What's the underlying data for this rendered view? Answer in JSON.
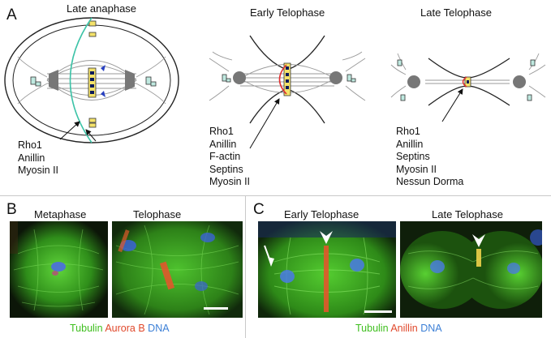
{
  "panel_a": {
    "letter": "A",
    "stages": [
      {
        "title": "Late anaphase",
        "proteins": [
          "Rho1",
          "Anillin",
          "Myosin II"
        ]
      },
      {
        "title": "Early Telophase",
        "proteins": [
          "Rho1",
          "Anillin",
          "F-actin",
          "Septins",
          "Myosin II"
        ]
      },
      {
        "title": "Late Telophase",
        "proteins": [
          "Rho1",
          "Anillin",
          "Septins",
          "Myosin II",
          "Nessun Dorma"
        ]
      }
    ]
  },
  "panel_b": {
    "letter": "B",
    "images": [
      {
        "title": "Metaphase"
      },
      {
        "title": "Telophase"
      }
    ],
    "legend": [
      {
        "text": "Tubulin",
        "color": "#3fbf1f"
      },
      {
        "text": "Aurora B",
        "color": "#e0482b"
      },
      {
        "text": "DNA",
        "color": "#3b7fd6"
      }
    ]
  },
  "panel_c": {
    "letter": "C",
    "images": [
      {
        "title": "Early Telophase"
      },
      {
        "title": "Late Telophase"
      }
    ],
    "legend": [
      {
        "text": "Tubulin",
        "color": "#3fbf1f"
      },
      {
        "text": "Anillin",
        "color": "#e0482b"
      },
      {
        "text": "DNA",
        "color": "#3b7fd6"
      }
    ]
  }
}
